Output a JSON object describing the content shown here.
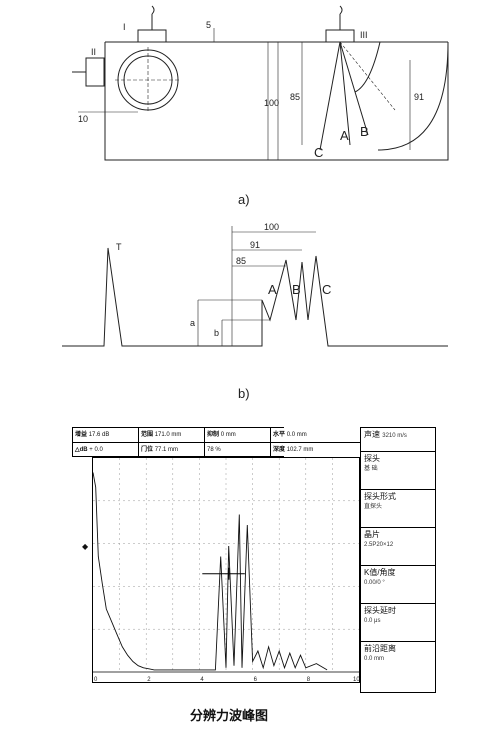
{
  "figure_a": {
    "caption": "a)",
    "probe_labels": [
      "I",
      "II",
      "III"
    ],
    "dims": {
      "top_offset": "5",
      "left_offset": "10",
      "depth_100": "100",
      "depth_85": "85",
      "depth_91": "91"
    },
    "reflector_labels": [
      "A",
      "B",
      "C"
    ]
  },
  "figure_b": {
    "caption": "b)",
    "pulse_label": "T",
    "peak_labels": [
      "A",
      "B",
      "C"
    ],
    "dims": {
      "d100": "100",
      "d91": "91",
      "d85": "85",
      "a": "a",
      "b": "b"
    }
  },
  "oscilloscope": {
    "info_row1": [
      {
        "label": "增益",
        "value": "17.6 dB"
      },
      {
        "label": "范围",
        "value": "171.0 mm"
      },
      {
        "label": "抑制",
        "value": "0 mm"
      },
      {
        "label": "水平",
        "value": "0.0 mm"
      }
    ],
    "info_row2": [
      {
        "label": "△dB",
        "value": "+ 0.0"
      },
      {
        "label": "门位",
        "value": "77.1 mm"
      },
      {
        "label": "",
        "value": "78 %"
      },
      {
        "label": "深度",
        "value": "102.7 mm"
      }
    ],
    "side_panel": [
      {
        "label": "声速",
        "value": "3210 m/s"
      },
      {
        "label": "探头",
        "value": "基 础"
      },
      {
        "label": "探头形式",
        "value": "直探头"
      },
      {
        "label": "晶片",
        "value": "2.5P20×12"
      },
      {
        "label": "K值/角度",
        "value": "0.00/0 °"
      },
      {
        "label": "探头延时",
        "value": "0.0 μs"
      },
      {
        "label": "前沿距离",
        "value": "0.0 mm"
      }
    ],
    "x_ticks": [
      "0",
      "2",
      "4",
      "6",
      "8",
      "10"
    ]
  },
  "caption_bottom": "分辨力波峰图",
  "chart_data": {
    "type": "line",
    "x": [
      0,
      0.1,
      0.2,
      0.35,
      0.5,
      0.7,
      0.9,
      1.1,
      1.3,
      1.5,
      1.7,
      1.9,
      2.1,
      2.3,
      4.6,
      4.8,
      5.0,
      5.1,
      5.3,
      5.5,
      5.6,
      5.8,
      6.0,
      6.2,
      6.4,
      6.6,
      6.8,
      7.0,
      7.2,
      7.4,
      7.6,
      7.8,
      8.0,
      8.4,
      8.8
    ],
    "y": [
      95,
      88,
      55,
      42,
      30,
      24,
      18,
      12,
      8,
      5,
      3,
      2,
      1.5,
      1,
      1,
      55,
      2,
      60,
      3,
      75,
      2,
      70,
      5,
      10,
      2,
      12,
      3,
      10,
      2,
      9,
      2,
      8,
      2,
      4,
      1
    ],
    "xlim": [
      0,
      10
    ],
    "ylim": [
      0,
      100
    ],
    "grid": true
  }
}
